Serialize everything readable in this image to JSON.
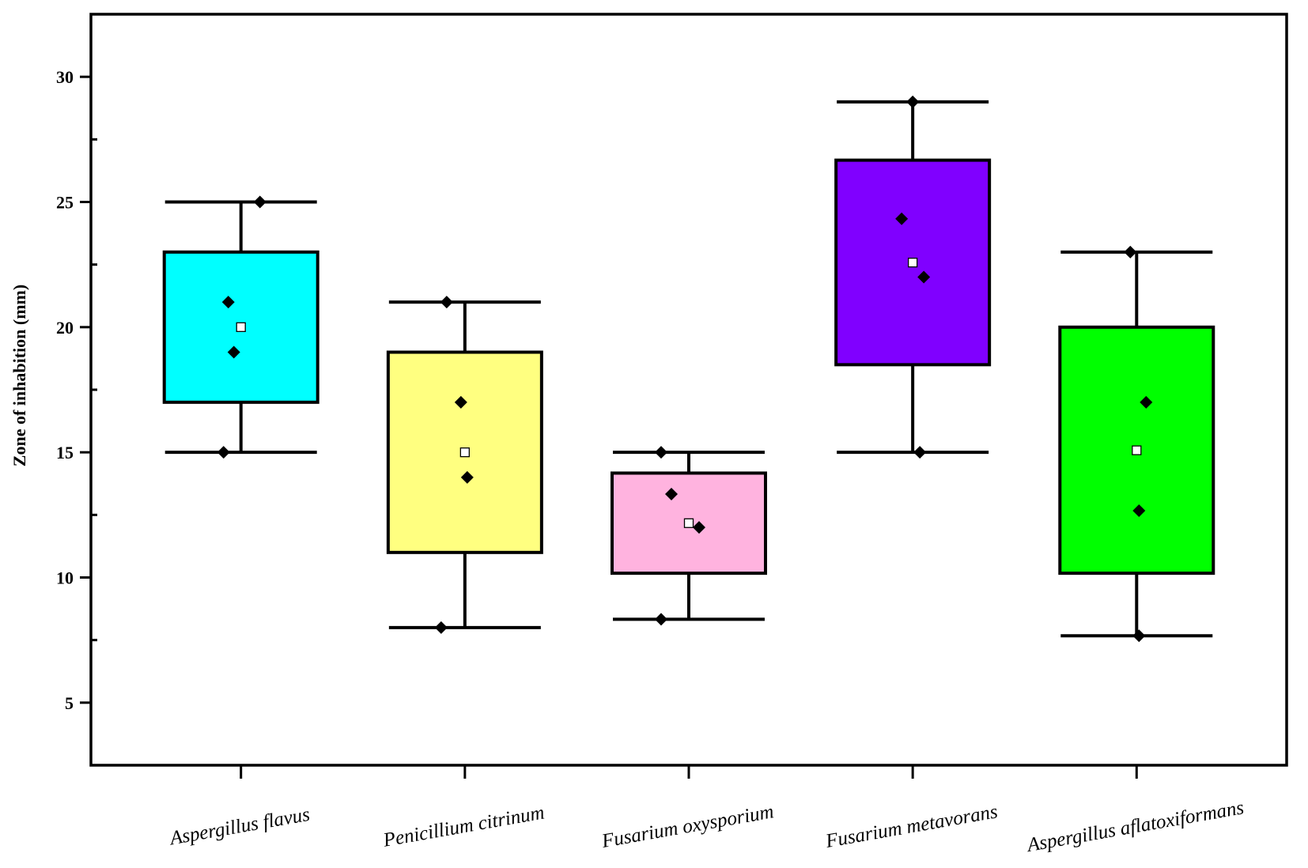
{
  "chart_data": {
    "type": "box",
    "title": "",
    "xlabel": "",
    "ylabel": "Zone of inhabition (mm)",
    "ylim": [
      2.5,
      32.5
    ],
    "yticks": [
      5,
      10,
      15,
      20,
      25,
      30
    ],
    "grid": false,
    "categories": [
      "Aspergillus flavus",
      "Penicillium citrinum",
      "Fusarium oxysporium",
      "Fusarium metavorans",
      "Aspergillus  aflatoxiformans"
    ],
    "boxes": [
      {
        "name": "Aspergillus flavus",
        "color": "#00ffff",
        "min": 15,
        "q1": 17,
        "q3": 23,
        "max": 25,
        "mean": 20,
        "points": [
          15,
          21,
          19,
          25
        ]
      },
      {
        "name": "Penicillium citrinum",
        "color": "#ffff80",
        "min": 8,
        "q1": 11,
        "q3": 19,
        "max": 21,
        "mean": 15,
        "points": [
          8,
          17,
          14,
          21
        ]
      },
      {
        "name": "Fusarium oxysporium",
        "color": "#ffb3df",
        "min": 8.33,
        "q1": 10.17,
        "q3": 14.17,
        "max": 15,
        "mean": 12.17,
        "points": [
          8.33,
          13.33,
          12,
          15
        ]
      },
      {
        "name": "Fusarium metavorans",
        "color": "#8000ff",
        "min": 15,
        "q1": 18.5,
        "q3": 26.67,
        "max": 29,
        "mean": 22.58,
        "points": [
          15,
          24.33,
          22,
          29
        ]
      },
      {
        "name": "Aspergillus  aflatoxiformans",
        "color": "#00ff00",
        "min": 7.67,
        "q1": 10.17,
        "q3": 20,
        "max": 23,
        "mean": 15.08,
        "points": [
          7.67,
          12.67,
          17,
          23
        ]
      }
    ]
  }
}
